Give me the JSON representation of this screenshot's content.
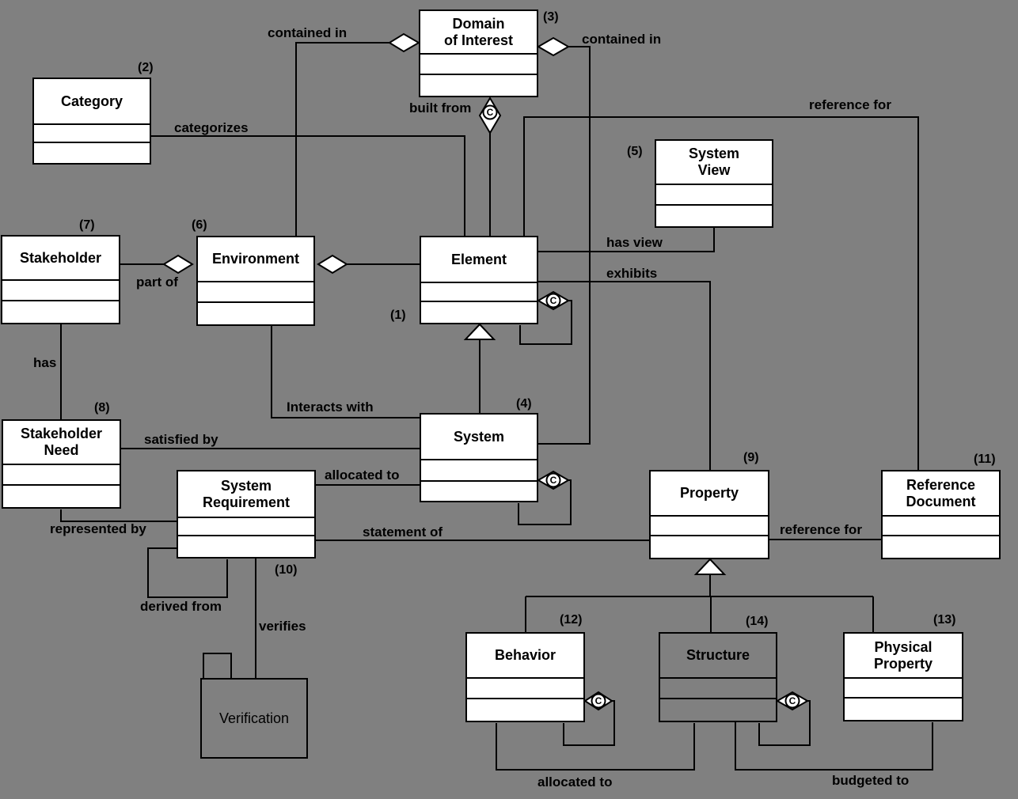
{
  "diagram": {
    "background_color": "#808080",
    "box_fill": "#ffffff",
    "line_color": "#000000",
    "classes": {
      "element": {
        "number": "(1)",
        "title": "Element"
      },
      "category": {
        "number": "(2)",
        "title": "Category"
      },
      "domain_of_interest": {
        "number": "(3)",
        "title": "Domain\nof Interest"
      },
      "system": {
        "number": "(4)",
        "title": "System"
      },
      "system_view": {
        "number": "(5)",
        "title": "System\nView"
      },
      "environment": {
        "number": "(6)",
        "title": "Environment"
      },
      "stakeholder": {
        "number": "(7)",
        "title": "Stakeholder"
      },
      "stakeholder_need": {
        "number": "(8)",
        "title": "Stakeholder\nNeed"
      },
      "property": {
        "number": "(9)",
        "title": "Property"
      },
      "system_requirement": {
        "number": "(10)",
        "title": "System\nRequirement"
      },
      "reference_document": {
        "number": "(11)",
        "title": "Reference\nDocument"
      },
      "behavior": {
        "number": "(12)",
        "title": "Behavior"
      },
      "physical_property": {
        "number": "(13)",
        "title": "Physical\nProperty"
      },
      "structure": {
        "number": "(14)",
        "title": "Structure"
      },
      "verification": {
        "title": "Verification"
      }
    },
    "labels": {
      "contained_in_left": "contained in",
      "contained_in_right": "contained in",
      "categorizes": "categorizes",
      "built_from": "built from",
      "reference_for_top": "reference for",
      "has_view": "has view",
      "exhibits": "exhibits",
      "part_of": "part of",
      "has": "has",
      "interacts_with": "Interacts with",
      "satisfied_by": "satisfied by",
      "allocated_to_top": "allocated to",
      "represented_by": "represented by",
      "derived_from": "derived from",
      "verifies": "verifies",
      "statement_of": "statement of",
      "reference_for_right": "reference for",
      "allocated_to_bottom": "allocated to",
      "budgeted_to": "budgeted to"
    },
    "icons": {
      "composition_c": "C"
    }
  }
}
